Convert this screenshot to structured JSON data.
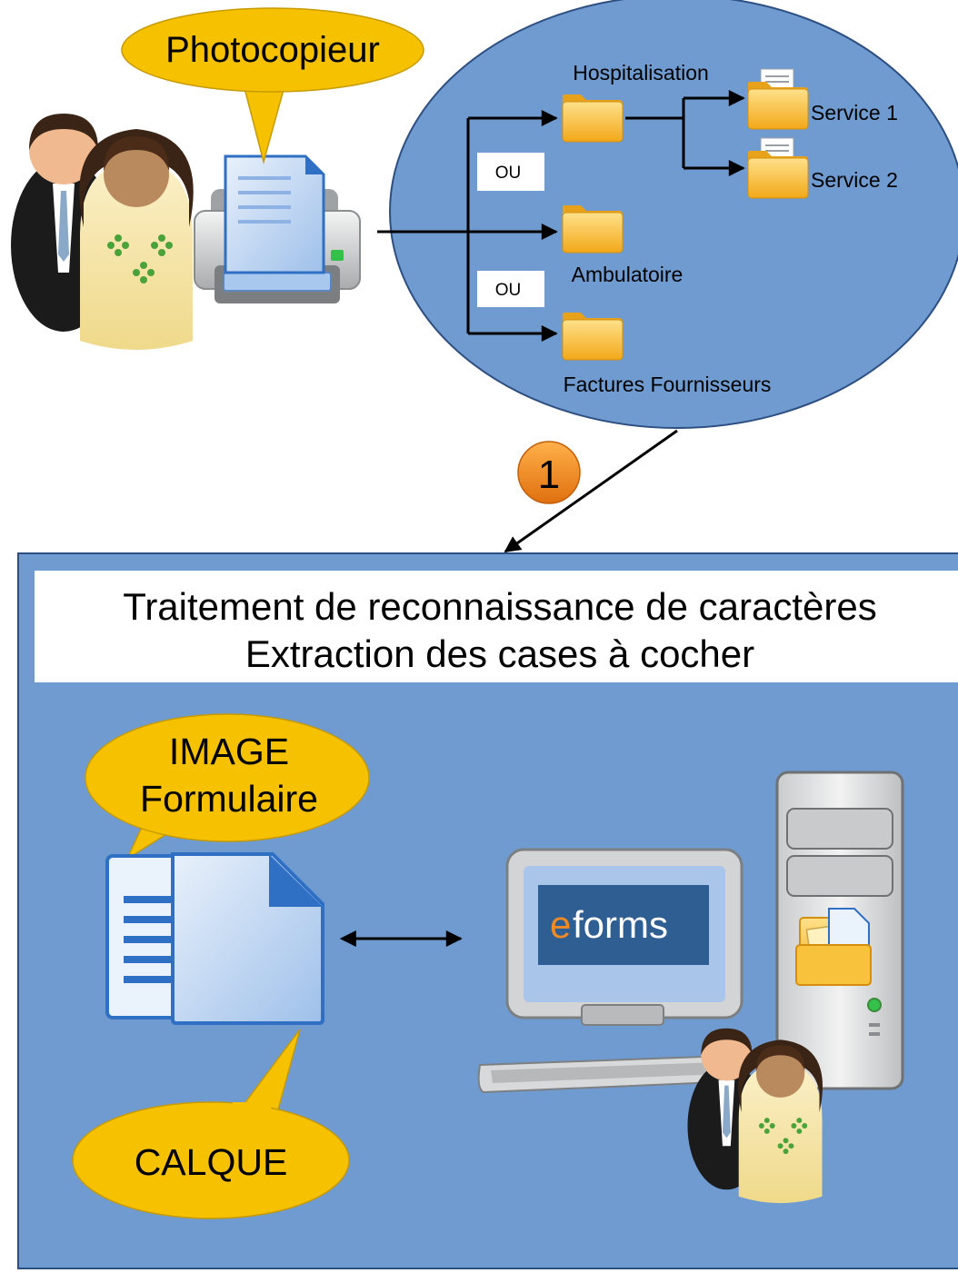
{
  "bubbles": {
    "photocopier": "Photocopieur",
    "image_line1": "IMAGE",
    "image_line2": "Formulaire",
    "calque": "CALQUE"
  },
  "routing": {
    "hospitalisation": "Hospitalisation",
    "service1": "Service 1",
    "service2": "Service 2",
    "or1": "OU",
    "or2": "OU",
    "ambulatoire": "Ambulatoire",
    "factures": "Factures Fournisseurs"
  },
  "step_badge": "1",
  "processing": {
    "line1": "Traitement de reconnaissance de caractères",
    "line2": "Extraction des cases à cocher"
  },
  "app": {
    "logo_e": "e",
    "logo_rest": "forms"
  },
  "colors": {
    "ellipse": "#6f9bd0",
    "panel": "#6f9bd0",
    "bubble": "#f6c200",
    "badge": "#f08a24",
    "folder": "#f9c23c"
  }
}
